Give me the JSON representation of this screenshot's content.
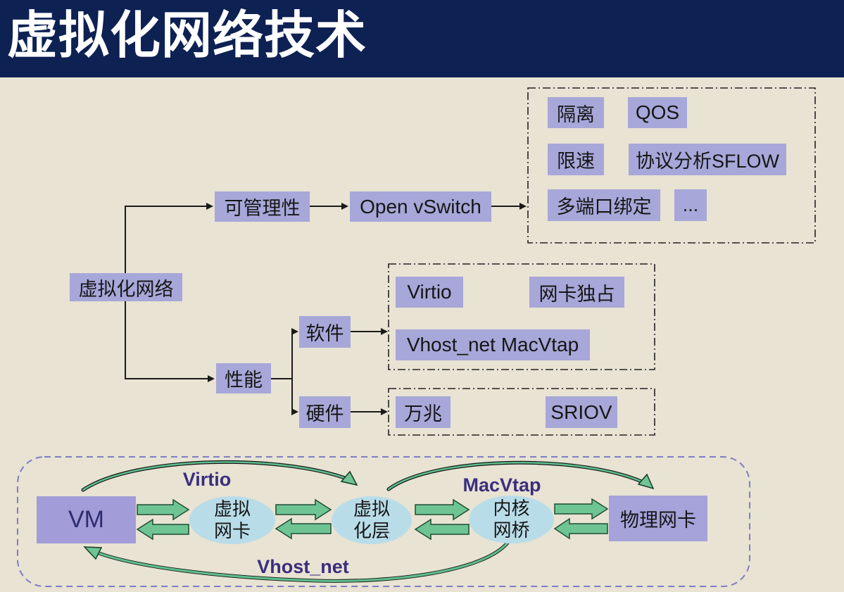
{
  "header": {
    "title": "虚拟化网络技术"
  },
  "tree": {
    "root": "虚拟化网络",
    "manageability": "可管理性",
    "open_vswitch": "Open vSwitch",
    "performance": "性能",
    "software": "软件",
    "hardware": "硬件"
  },
  "ovs_features": [
    "隔离",
    "QOS",
    "限速",
    "协议分析SFLOW",
    "多端口绑定",
    "..."
  ],
  "software_items": [
    "Virtio",
    "网卡独占",
    "Vhost_net MacVtap"
  ],
  "hardware_items": [
    "万兆",
    "SRIOV"
  ],
  "flow": {
    "vm": "VM",
    "virtual_nic": "虚拟\n网卡",
    "virtualization_layer": "虚拟\n化层",
    "kernel_bridge": "内核\n网桥",
    "physical_nic": "物理网卡",
    "arc_labels": {
      "virtio": "Virtio",
      "macvtap": "MacVtap",
      "vhost_net": "Vhost_net"
    }
  },
  "colors": {
    "header_bg": "#0d2153",
    "background": "#e8e3d3",
    "node_fill": "#a7a7d9",
    "vm_fill": "#a29dd9",
    "ellipse_fill": "#b9dce9",
    "arrow_green": "#6fc494",
    "arc_label_text": "#3b2e7e",
    "flow_border": "#7e7ec2"
  }
}
